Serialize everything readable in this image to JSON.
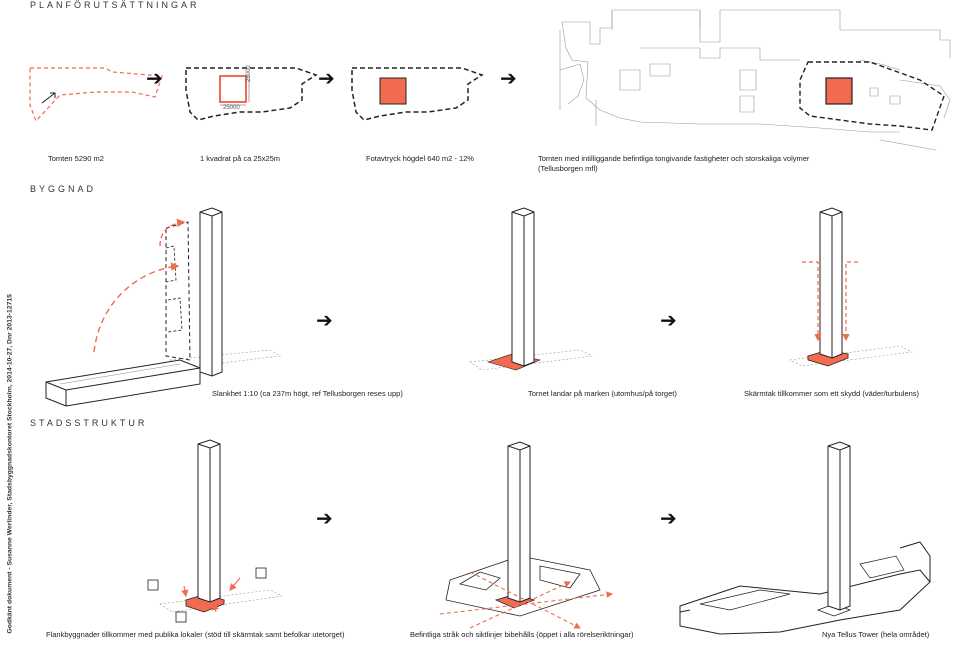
{
  "sections": {
    "planforutsattningar": "PLANFÖRUTSÄTTNINGAR",
    "byggnad": "BYGGNAD",
    "stadsstruktur": "STADSSTRUKTUR"
  },
  "captions": {
    "tomten": "Tomten 5290 m2",
    "kvadrat": "1 kvadrat på ca 25x25m",
    "fotavtryck": "Fotavtryck högdel 640 m2 - 12%",
    "tomten_med_line1": "Tomten med intilliggande befintliga tongivande fastigheter och storskaliga volymer",
    "tomten_med_line2": "(Tellusborgen mfl)",
    "slankhet": "Slankhet 1:10 (ca 237m högt, ref Tellusborgen reses upp)",
    "tornet": "Tornet landar på marken (utomhus/på torget)",
    "skarmtak": "Skärmtak tillkommer som ett skydd (väder/turbulens)",
    "flank": "Flankbyggnader tillkommer med publika lokaler (stöd till skärmtak samt befolkar utetorget)",
    "befintliga": "Befintliga stråk och siktlinjer bibehålls (öppet i alla rörelseriktningar)",
    "nya": "Nya Tellus Tower (hela området)"
  },
  "dimensions": {
    "width": "25000",
    "height": "25000"
  },
  "side_note": "Godkänt dokument - Susanne Werlinder, Stadsbyggnadskontoret Stockholm, 2014-10-27, Dnr 2013-12715",
  "arrow_glyph": "➔",
  "colors": {
    "accent": "#f26a4f",
    "line": "#222222",
    "light_line": "#999999"
  }
}
